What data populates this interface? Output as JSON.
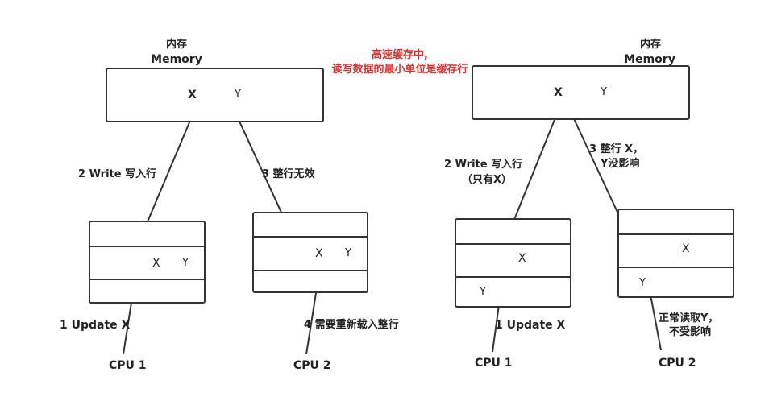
{
  "colors": {
    "stroke": "#333333",
    "note": "#d93030"
  },
  "left": {
    "memory": {
      "label_cn": "内存",
      "label_en": "Memory",
      "x": "X",
      "y": "Y"
    },
    "cpu1_cache": {
      "x": "X",
      "y": "Y"
    },
    "cpu2_cache": {
      "x": "X",
      "y": "Y"
    },
    "step1": "1   Update X",
    "step2": "2    Write  写入行",
    "step3": "3      整行无效",
    "step4": "4   需要重新载入整行",
    "cpu1": "CPU 1",
    "cpu2": "CPU 2"
  },
  "note": {
    "line1": "高速缓存中,",
    "line2": "读写数据的最小单位是缓存行"
  },
  "right": {
    "memory": {
      "label_cn": "内存",
      "label_en": "Memory",
      "x": "X",
      "y": "Y"
    },
    "cpu1_cache": {
      "x": "X",
      "y": "Y"
    },
    "cpu2_cache": {
      "x": "X",
      "y": "Y"
    },
    "step1": "1   Update X",
    "step2_line1": "2    Write  写入行",
    "step2_line2": "（只有X）",
    "step3_line1": "3      整行 X，",
    "step3_line2": "Y没影响",
    "cpu2_note_line1": "正常读取Y，",
    "cpu2_note_line2": "不受影响",
    "cpu1": "CPU 1",
    "cpu2": "CPU 2"
  }
}
